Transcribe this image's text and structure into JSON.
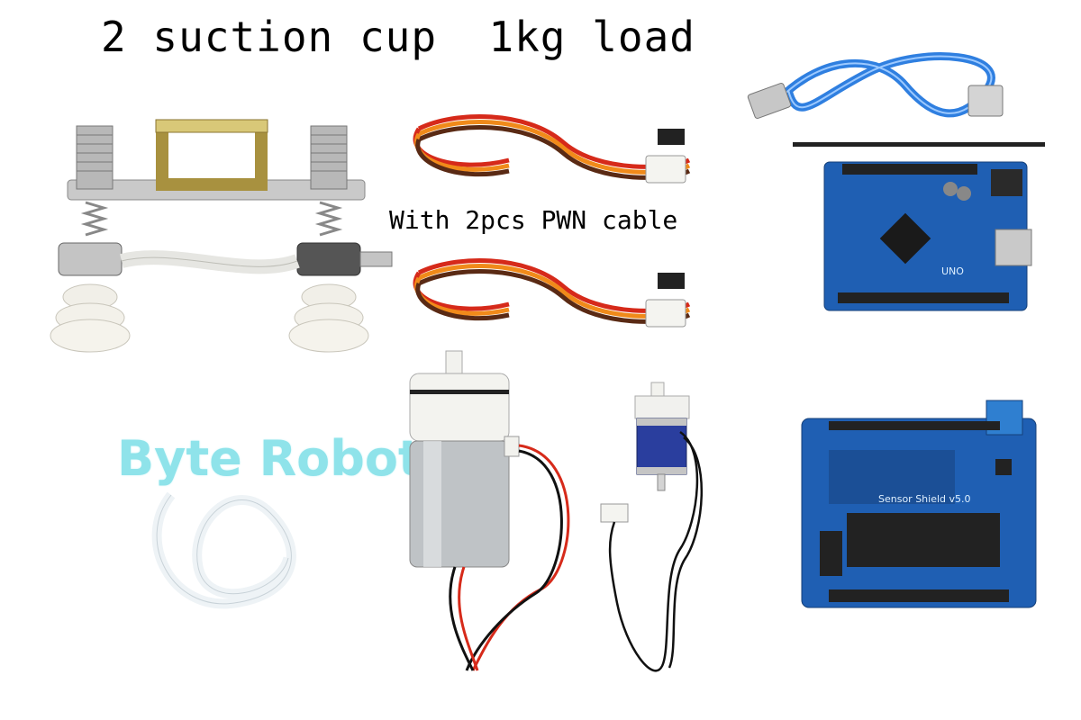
{
  "title": "2 suction cup  1kg load",
  "cable_caption": "With 2pcs PWN cable",
  "watermark": "Byte Robot",
  "board_labels": {
    "uno": "UNO",
    "shield": "Sensor Shield v5.0"
  },
  "colors": {
    "background": "#ffffff",
    "board_blue": "#1f5fb3",
    "usb_cable": "#2f7fe0",
    "wire_red": "#d62a1a",
    "wire_orange": "#f08a1a",
    "wire_brown": "#5a2a14",
    "watermark": "#8fe3ea"
  }
}
